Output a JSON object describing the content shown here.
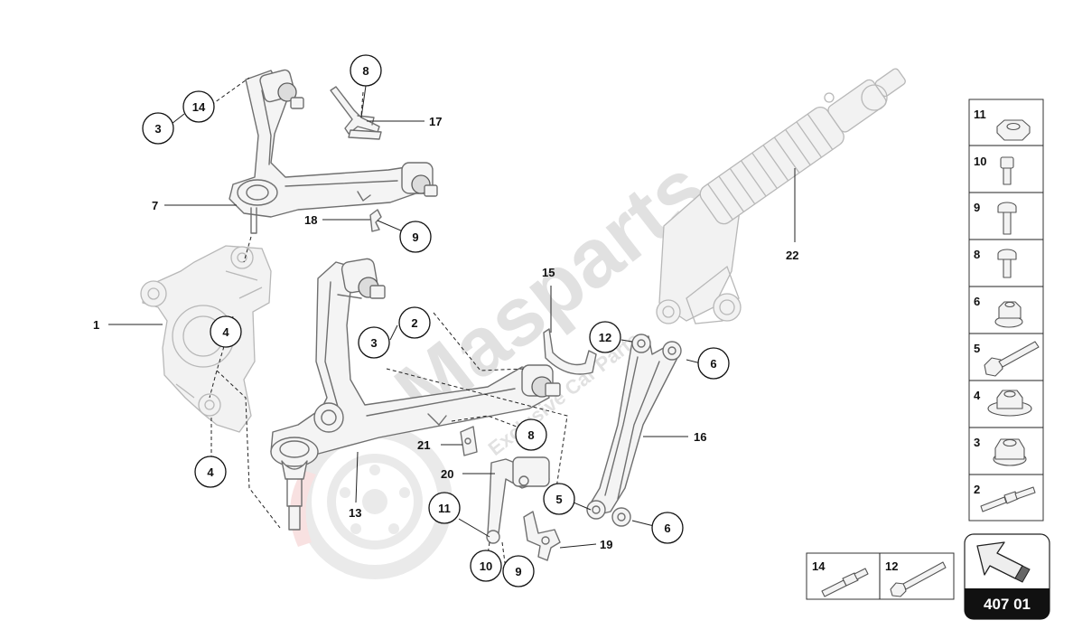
{
  "watermark": {
    "brand": "Masparts",
    "tagline": "Exclusive Car Parts"
  },
  "callouts": [
    {
      "id": "c1",
      "label": "1"
    },
    {
      "id": "c2",
      "label": "2"
    },
    {
      "id": "c3a",
      "label": "3"
    },
    {
      "id": "c3b",
      "label": "3"
    },
    {
      "id": "c4a",
      "label": "4"
    },
    {
      "id": "c4b",
      "label": "4"
    },
    {
      "id": "c5",
      "label": "5"
    },
    {
      "id": "c6a",
      "label": "6"
    },
    {
      "id": "c6b",
      "label": "6"
    },
    {
      "id": "c7",
      "label": "7"
    },
    {
      "id": "c8a",
      "label": "8"
    },
    {
      "id": "c8b",
      "label": "8"
    },
    {
      "id": "c9a",
      "label": "9"
    },
    {
      "id": "c9b",
      "label": "9"
    },
    {
      "id": "c10",
      "label": "10"
    },
    {
      "id": "c11",
      "label": "11"
    },
    {
      "id": "c12",
      "label": "12"
    },
    {
      "id": "c13",
      "label": "13"
    },
    {
      "id": "c14",
      "label": "14"
    },
    {
      "id": "c15",
      "label": "15"
    },
    {
      "id": "c16",
      "label": "16"
    },
    {
      "id": "c17",
      "label": "17"
    },
    {
      "id": "c18",
      "label": "18"
    },
    {
      "id": "c19",
      "label": "19"
    },
    {
      "id": "c20",
      "label": "20"
    },
    {
      "id": "c21",
      "label": "21"
    },
    {
      "id": "c22",
      "label": "22"
    }
  ],
  "legend_column": [
    {
      "label": "11",
      "icon": "hex-nut-icon"
    },
    {
      "label": "10",
      "icon": "short-bolt-icon"
    },
    {
      "label": "9",
      "icon": "torx-bolt-icon"
    },
    {
      "label": "8",
      "icon": "torx-bolt-icon"
    },
    {
      "label": "6",
      "icon": "flange-nut-icon"
    },
    {
      "label": "5",
      "icon": "long-bolt-icon"
    },
    {
      "label": "4",
      "icon": "flange-nut-icon"
    },
    {
      "label": "3",
      "icon": "lock-nut-icon"
    },
    {
      "label": "2",
      "icon": "pin-icon"
    }
  ],
  "legend_row": [
    {
      "label": "14",
      "icon": "pin-icon"
    },
    {
      "label": "12",
      "icon": "long-bolt-icon"
    }
  ],
  "page_box": {
    "number": "407 01",
    "icon": "arrow-icon"
  }
}
